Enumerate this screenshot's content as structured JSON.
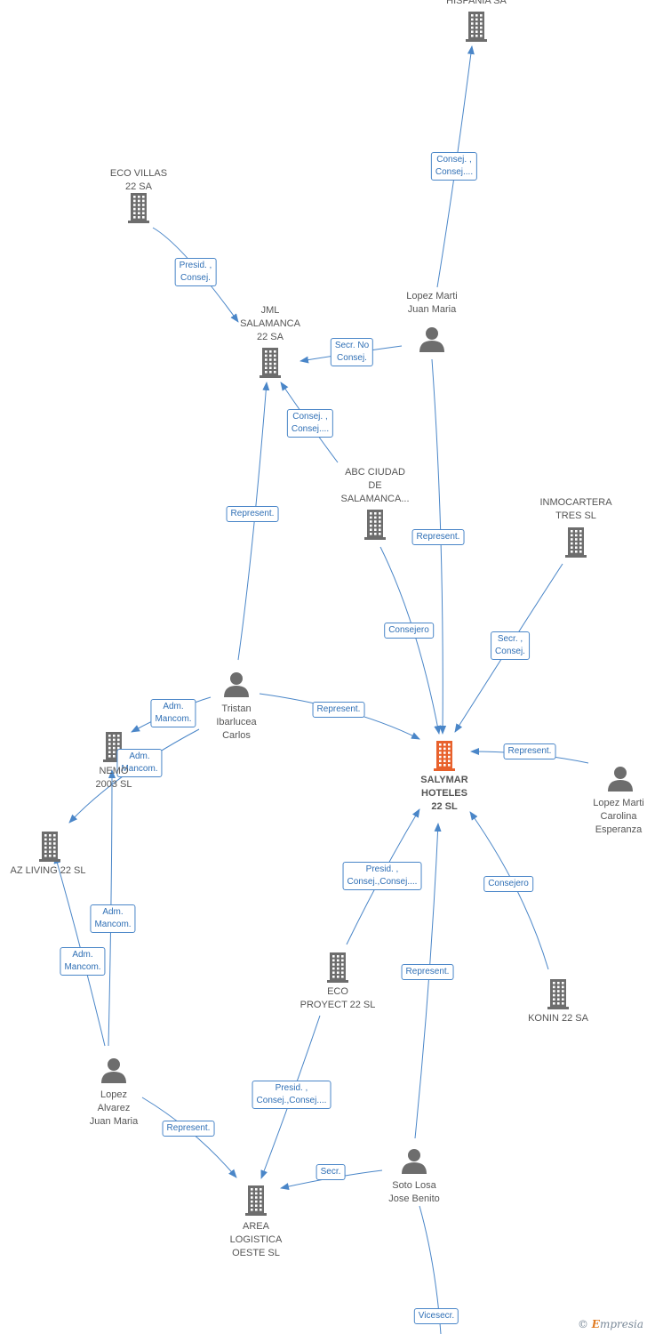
{
  "colors": {
    "edge": "#4a86c8",
    "node": "#6d6d6d",
    "main_node": "#e8612c",
    "label": "#555555"
  },
  "nodes": [
    {
      "id": "hispania",
      "type": "company",
      "lines": [
        "HISPANIA SA"
      ]
    },
    {
      "id": "ecovillas",
      "type": "company",
      "lines": [
        "ECO VILLAS",
        "22 SA"
      ]
    },
    {
      "id": "jml",
      "type": "company",
      "lines": [
        "JML",
        "SALAMANCA",
        "22 SA"
      ]
    },
    {
      "id": "lopezmarti",
      "type": "person",
      "lines": [
        "Lopez Marti",
        "Juan Maria"
      ]
    },
    {
      "id": "abc",
      "type": "company",
      "lines": [
        "ABC CIUDAD",
        "DE",
        "SALAMANCA..."
      ]
    },
    {
      "id": "inmocartera",
      "type": "company",
      "lines": [
        "INMOCARTERA",
        "TRES SL"
      ]
    },
    {
      "id": "tristan",
      "type": "person",
      "lines": [
        "Tristan",
        "Ibarlucea",
        "Carlos"
      ]
    },
    {
      "id": "nemo",
      "type": "company",
      "lines": [
        "NEMO",
        "2003 SL"
      ]
    },
    {
      "id": "salymar",
      "type": "main",
      "lines": [
        "SALYMAR",
        "HOTELES",
        "22 SL"
      ]
    },
    {
      "id": "carolina",
      "type": "person",
      "lines": [
        "Lopez Marti",
        "Carolina",
        "Esperanza"
      ]
    },
    {
      "id": "azliving",
      "type": "company",
      "lines": [
        "AZ LIVING 22 SL"
      ]
    },
    {
      "id": "ecoproyect",
      "type": "company",
      "lines": [
        "ECO",
        "PROYECT 22 SL"
      ]
    },
    {
      "id": "konin",
      "type": "company",
      "lines": [
        "KONIN 22 SA"
      ]
    },
    {
      "id": "lopezalvarez",
      "type": "person",
      "lines": [
        "Lopez",
        "Alvarez",
        "Juan Maria"
      ]
    },
    {
      "id": "soto",
      "type": "person",
      "lines": [
        "Soto Losa",
        "Jose Benito"
      ]
    },
    {
      "id": "area",
      "type": "company",
      "lines": [
        "AREA",
        "LOGISTICA",
        "OESTE SL"
      ]
    }
  ],
  "edges": [
    {
      "from": "lopezmarti",
      "to": "hispania",
      "label": [
        "Consej. ,",
        "Consej...."
      ]
    },
    {
      "from": "ecovillas",
      "to": "jml",
      "label": [
        "Presid. ,",
        "Consej."
      ]
    },
    {
      "from": "lopezmarti",
      "to": "jml",
      "label": [
        "Secr. No",
        "Consej."
      ]
    },
    {
      "from": "abc",
      "to": "jml",
      "label": [
        "Consej. ,",
        "Consej...."
      ]
    },
    {
      "from": "tristan",
      "to": "jml",
      "label": [
        "Represent."
      ]
    },
    {
      "from": "lopezmarti",
      "to": "salymar",
      "label": [
        "Represent."
      ]
    },
    {
      "from": "abc",
      "to": "salymar",
      "label": [
        "Consejero"
      ]
    },
    {
      "from": "inmocartera",
      "to": "salymar",
      "label": [
        "Secr. ,",
        "Consej."
      ]
    },
    {
      "from": "tristan",
      "to": "salymar",
      "label": [
        "Represent."
      ]
    },
    {
      "from": "carolina",
      "to": "salymar",
      "label": [
        "Represent."
      ]
    },
    {
      "from": "tristan",
      "to": "nemo",
      "label": [
        "Adm.",
        "Mancom."
      ]
    },
    {
      "from": "tristan",
      "to": "azliving",
      "label": [
        "Adm.",
        "Mancom."
      ]
    },
    {
      "from": "lopezalvarez",
      "to": "nemo",
      "label": [
        "Adm.",
        "Mancom."
      ]
    },
    {
      "from": "lopezalvarez",
      "to": "azliving",
      "label": [
        "Adm.",
        "Mancom."
      ]
    },
    {
      "from": "ecoproyect",
      "to": "salymar",
      "label": [
        "Presid. ,",
        "Consej.,Consej...."
      ]
    },
    {
      "from": "konin",
      "to": "salymar",
      "label": [
        "Consejero"
      ]
    },
    {
      "from": "soto",
      "to": "salymar",
      "label": [
        "Represent."
      ]
    },
    {
      "from": "ecoproyect",
      "to": "area",
      "label": [
        "Presid. ,",
        "Consej.,Consej...."
      ]
    },
    {
      "from": "lopezalvarez",
      "to": "area",
      "label": [
        "Represent."
      ]
    },
    {
      "from": "soto",
      "to": "area",
      "label": [
        "Secr."
      ]
    },
    {
      "from": "soto",
      "to": "offscreen",
      "label": [
        "Vicesecr."
      ]
    }
  ],
  "footer": {
    "copyright": "©",
    "brand_initial": "E",
    "brand_rest": "mpresia"
  }
}
